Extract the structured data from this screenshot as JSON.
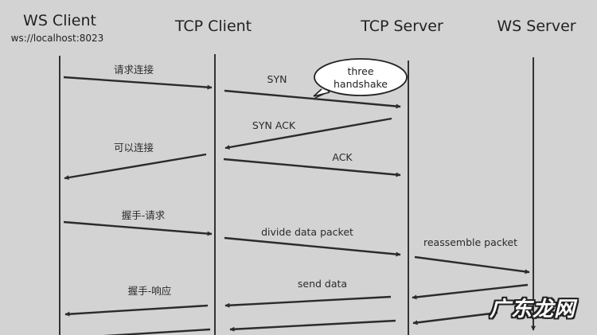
{
  "actors": [
    {
      "id": "ws-client",
      "title": "WS Client",
      "subtitle": "ws://localhost:8023"
    },
    {
      "id": "tcp-client",
      "title": "TCP Client",
      "subtitle": ""
    },
    {
      "id": "tcp-server",
      "title": "TCP Server",
      "subtitle": ""
    },
    {
      "id": "ws-server",
      "title": "WS Server",
      "subtitle": ""
    }
  ],
  "messages": [
    {
      "from": "ws-client",
      "to": "tcp-client",
      "label": "请求连接"
    },
    {
      "from": "tcp-client",
      "to": "tcp-server",
      "label": "SYN"
    },
    {
      "from": "tcp-server",
      "to": "tcp-client",
      "label": "SYN ACK"
    },
    {
      "from": "tcp-client",
      "to": "ws-client",
      "label": "可以连接"
    },
    {
      "from": "tcp-client",
      "to": "tcp-server",
      "label": "ACK"
    },
    {
      "from": "ws-client",
      "to": "tcp-client",
      "label": "握手-请求"
    },
    {
      "from": "tcp-client",
      "to": "tcp-server",
      "label": "divide data packet"
    },
    {
      "from": "tcp-server",
      "to": "ws-server",
      "label": "reassemble packet"
    },
    {
      "from": "ws-server",
      "to": "tcp-server",
      "label": ""
    },
    {
      "from": "tcp-server",
      "to": "tcp-client",
      "label": "send data"
    },
    {
      "from": "tcp-client",
      "to": "ws-client",
      "label": "握手-响应"
    },
    {
      "from": "ws-server",
      "to": "tcp-server",
      "label": ""
    },
    {
      "from": "tcp-server",
      "to": "tcp-client",
      "label": ""
    },
    {
      "from": "tcp-client",
      "to": "ws-client",
      "label": ""
    }
  ],
  "callout": {
    "line1": "three",
    "line2": "handshake"
  },
  "watermark": "广东龙网"
}
